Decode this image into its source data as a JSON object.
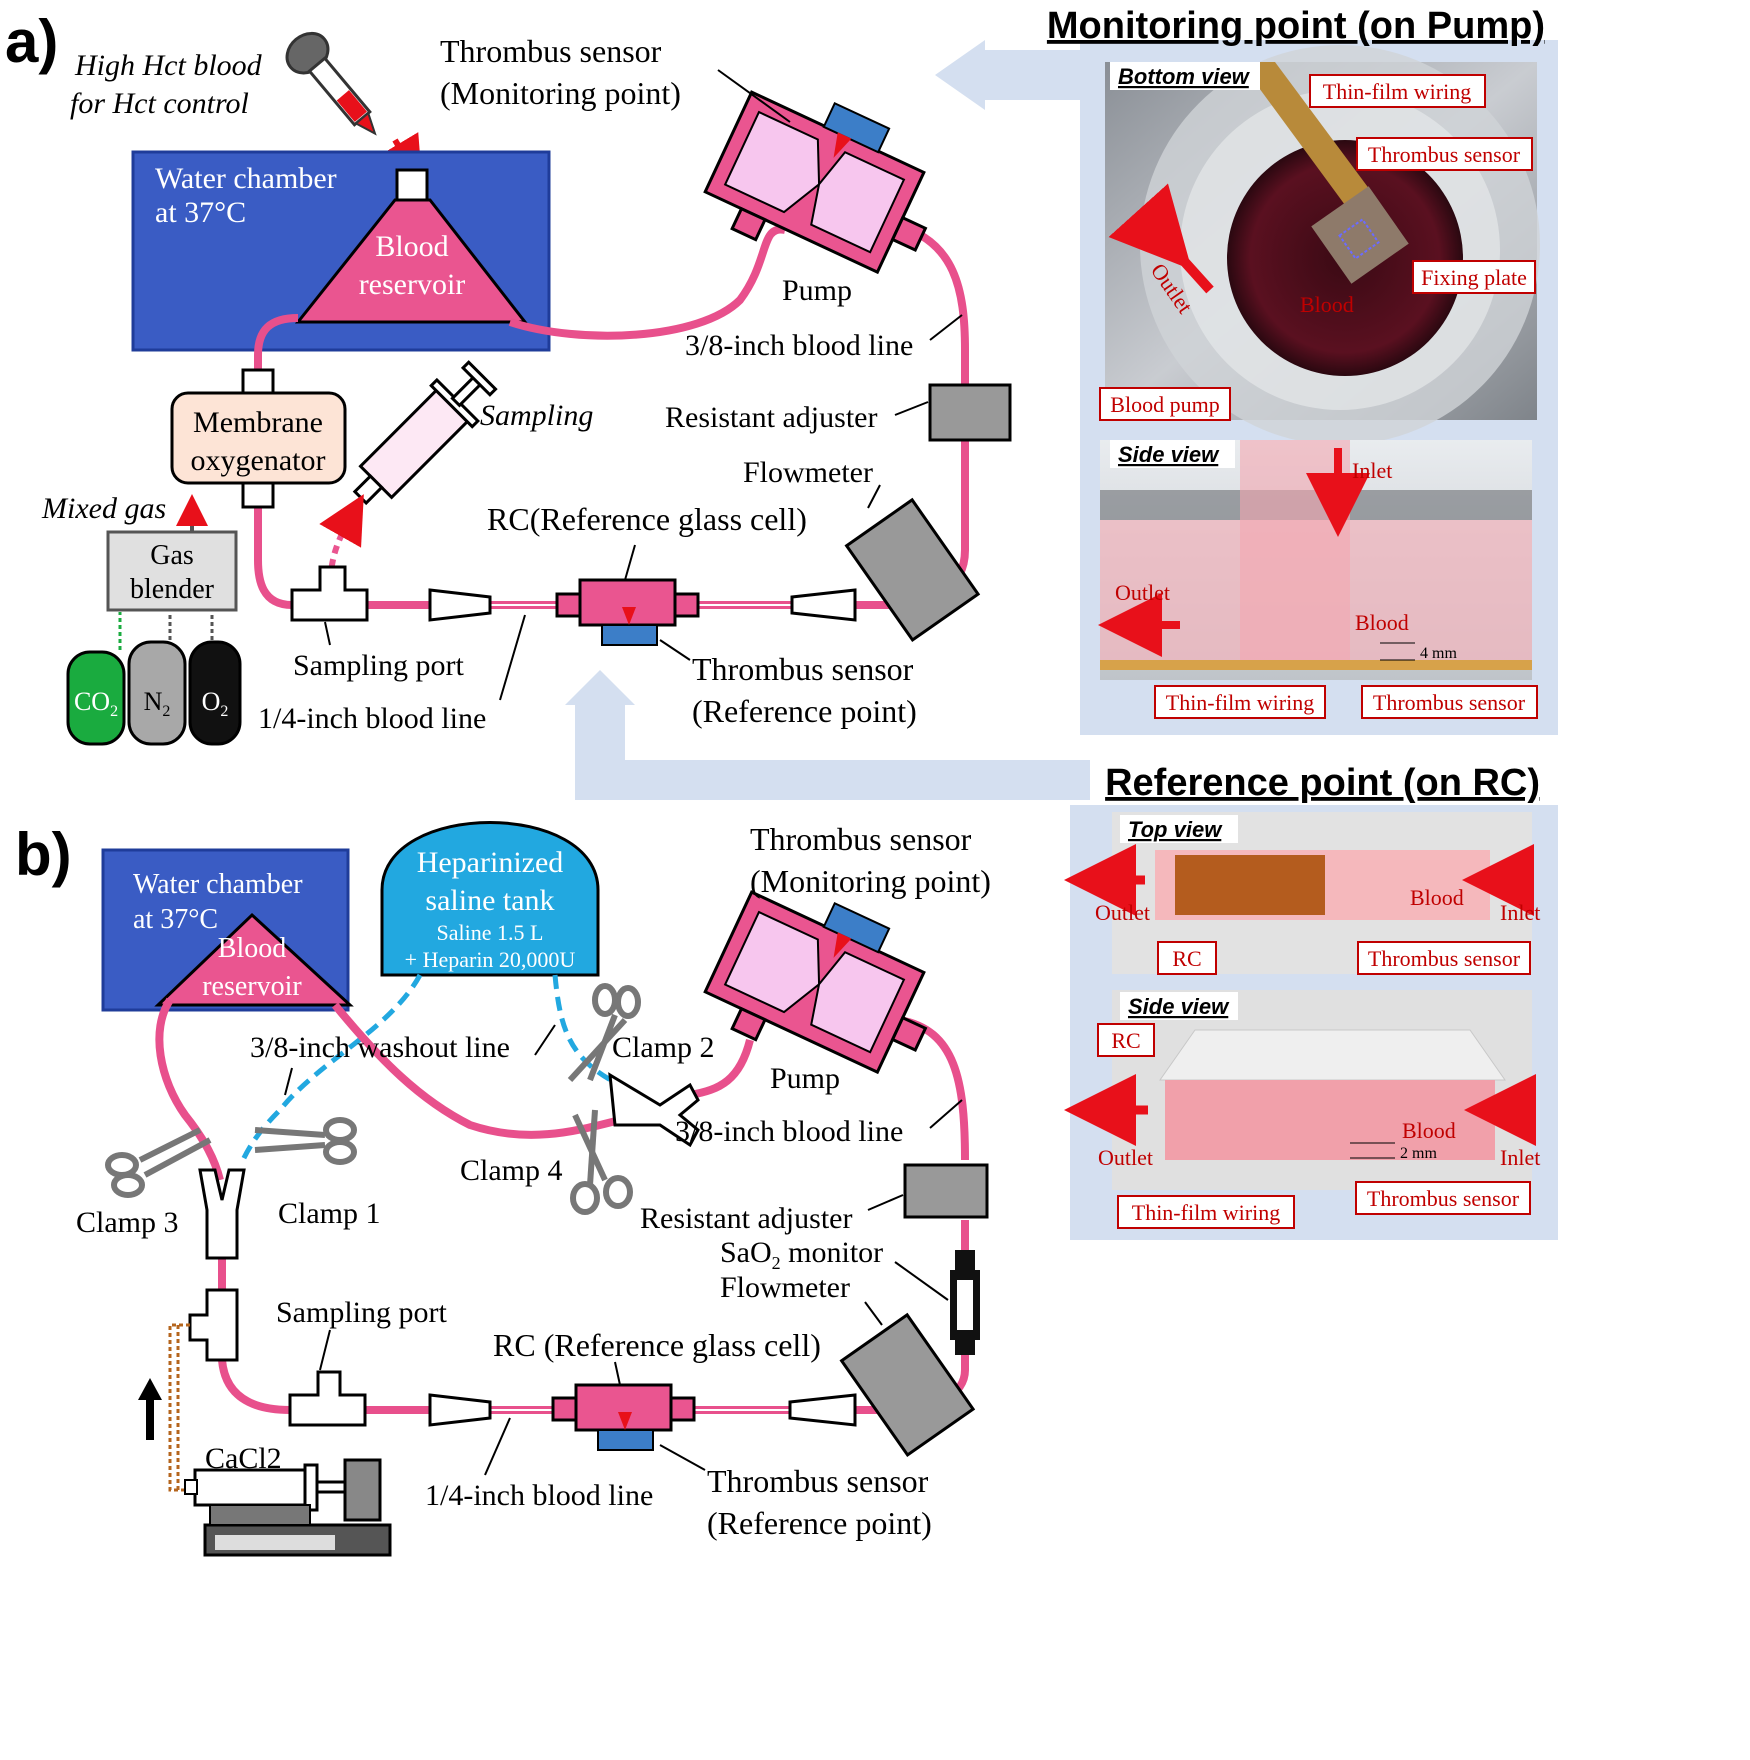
{
  "panel_a": {
    "label": "a)",
    "dropper": {
      "line1": "High Hct blood",
      "line2": "for Hct control"
    },
    "water_chamber": {
      "line1": "Water chamber",
      "line2": "at 37°C"
    },
    "reservoir": {
      "line1": "Blood",
      "line2": "reservoir"
    },
    "thrombus_monitor": {
      "line1": "Thrombus sensor",
      "line2": "(Monitoring point)"
    },
    "pump": "Pump",
    "blood_line_38": "3/8-inch blood line",
    "membrane": {
      "line1": "Membrane",
      "line2": "oxygenator"
    },
    "sampling": "Sampling",
    "resistant_adjuster": "Resistant adjuster",
    "flowmeter": "Flowmeter",
    "mixed_gas": "Mixed gas",
    "gas_blender": {
      "line1": "Gas",
      "line2": "blender"
    },
    "rc": "RC(Reference glass cell)",
    "sampling_port": "Sampling port",
    "thrombus_ref": {
      "line1": "Thrombus sensor",
      "line2": "(Reference point)"
    },
    "blood_line_14": "1/4-inch blood line",
    "cylinders": {
      "co2": "CO",
      "co2_sub": "2",
      "n2": "N",
      "n2_sub": "2",
      "o2": "O",
      "o2_sub": "2"
    }
  },
  "panel_b": {
    "label": "b)",
    "water_chamber": {
      "line1": "Water chamber",
      "line2": "at 37°C"
    },
    "reservoir": {
      "line1": "Blood",
      "line2": "reservoir"
    },
    "saline_tank": {
      "line1": "Heparinized",
      "line2": "saline tank",
      "line3": "Saline 1.5 L",
      "line4": "+ Heparin 20,000U"
    },
    "thrombus_monitor": {
      "line1": "Thrombus sensor",
      "line2": "(Monitoring point)"
    },
    "washout_line": "3/8-inch washout line",
    "clamp1": "Clamp 1",
    "clamp2": "Clamp 2",
    "clamp3": "Clamp 3",
    "clamp4": "Clamp 4",
    "pump": "Pump",
    "blood_line_38": "3/8-inch blood line",
    "resistant_adjuster": "Resistant adjuster",
    "sao2": {
      "main": "SaO",
      "sub": "2",
      "rest": " monitor"
    },
    "flowmeter": "Flowmeter",
    "sampling_port": "Sampling port",
    "rc": "RC (Reference glass cell)",
    "cacl2": "CaCl2",
    "blood_line_14": "1/4-inch blood line",
    "thrombus_ref": {
      "line1": "Thrombus sensor",
      "line2": "(Reference point)"
    }
  },
  "monitoring_panel": {
    "title": "Monitoring point (on Pump)",
    "bottom_view": {
      "title": "Bottom view",
      "labels": {
        "thin_film": "Thin-film wiring",
        "thrombus_sensor": "Thrombus sensor",
        "fixing_plate": "Fixing plate",
        "blood_pump": "Blood pump",
        "outlet": "Outlet",
        "blood": "Blood"
      }
    },
    "side_view": {
      "title": "Side view",
      "labels": {
        "inlet": "Inlet",
        "outlet": "Outlet",
        "blood": "Blood",
        "gap": "4 mm",
        "thin_film": "Thin-film wiring",
        "thrombus_sensor": "Thrombus sensor"
      }
    }
  },
  "reference_panel": {
    "title": "Reference point (on RC)",
    "top_view": {
      "title": "Top view",
      "labels": {
        "outlet": "Outlet",
        "inlet": "Inlet",
        "blood": "Blood",
        "rc": "RC",
        "thrombus_sensor": "Thrombus sensor"
      }
    },
    "side_view": {
      "title": "Side view",
      "labels": {
        "rc": "RC",
        "outlet": "Outlet",
        "inlet": "Inlet",
        "blood": "Blood",
        "gap": "2 mm",
        "thin_film": "Thin-film wiring",
        "thrombus_sensor": "Thrombus sensor"
      }
    }
  },
  "colors": {
    "blood_line": "#e8508c",
    "chamber": "#3a5cc4",
    "pink": "#ea5590",
    "pump_inner": "#f7c6ee",
    "sensor": "#3c7ec8",
    "panel_bg": "#d4dff0",
    "label_red": "#c00000",
    "washout": "#22a8e0",
    "co2": "#1aab3f",
    "n2": "#a8a8a8",
    "o2": "#111111"
  }
}
